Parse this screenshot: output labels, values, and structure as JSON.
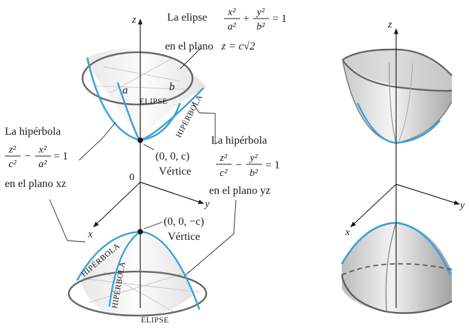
{
  "left_figure": {
    "axis_z": "z",
    "axis_x": "x",
    "axis_y": "y",
    "origin": "0",
    "ellipse_callout": {
      "prefix": "La elipse",
      "eq_num1": "x²",
      "eq_den1": "a²",
      "plus": "+",
      "eq_num2": "y²",
      "eq_den2": "b²",
      "rhs": "= 1",
      "plane_text": "en el plano",
      "plane_eq": "z = c√2"
    },
    "semi_axis_a": "a",
    "semi_axis_b": "b",
    "top_ellipse_tag": "ELIPSE",
    "bottom_ellipse_tag": "ELIPSE",
    "top_hyperbola_tag": "HIPÉRBOLA",
    "bottom_hyperbola_tag_1": "HIPÉRBOLA",
    "bottom_hyperbola_tag_2": "HIPÉRBOLA",
    "hyperbola_xz": {
      "title": "La hipérbola",
      "num1": "z²",
      "den1": "c²",
      "minus": "−",
      "num2": "x²",
      "den2": "a²",
      "rhs": "= 1",
      "plane": "en el plano xz"
    },
    "hyperbola_yz": {
      "title": "La hipérbola",
      "num1": "z²",
      "den1": "c²",
      "minus": "−",
      "num2": "y²",
      "den2": "b²",
      "rhs": "= 1",
      "plane": "en el plano yz"
    },
    "vertex_top": {
      "coords": "(0, 0, c)",
      "label": "Vértice"
    },
    "vertex_bottom": {
      "coords": "(0, 0, −c)",
      "label": "Vértice"
    }
  },
  "right_figure": {
    "axis_z": "z",
    "axis_x": "x",
    "axis_y": "y"
  },
  "colors": {
    "curve_blue": "#3aa2d8",
    "ellipse_gray": "#6a6a6a",
    "surface_light": "#e6e6e6",
    "surface_dark": "#b9b9b9",
    "ink": "#1a1a1a"
  }
}
